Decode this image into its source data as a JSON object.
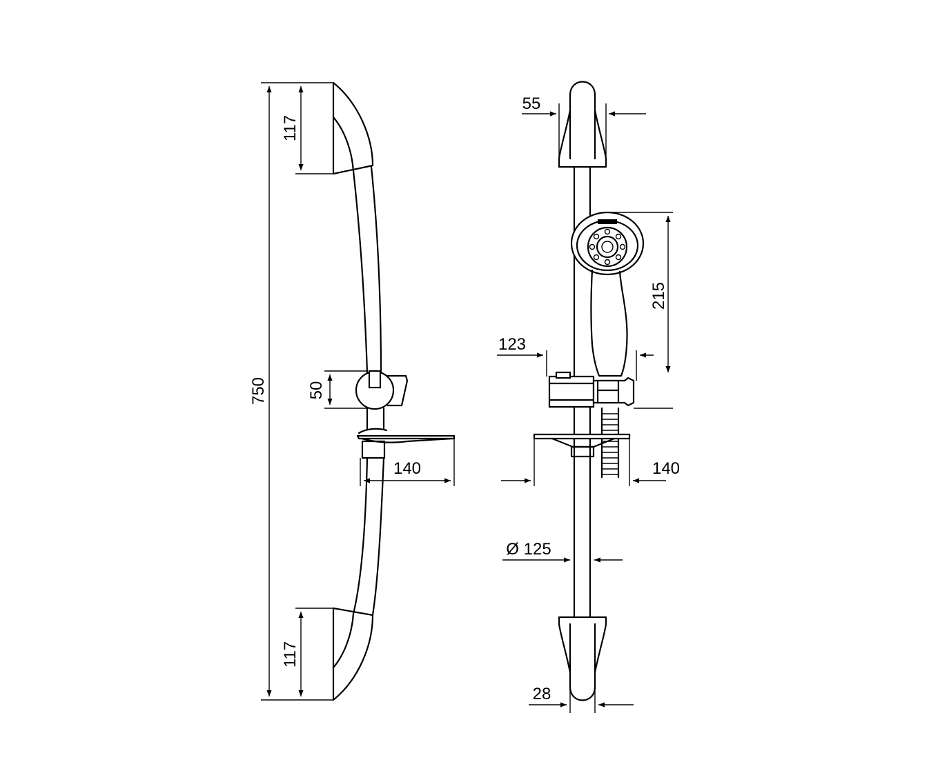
{
  "side_view": {
    "overall_height": "750",
    "top_bracket_height": "117",
    "bottom_bracket_height": "117",
    "slider_height": "50",
    "tray_depth": "140"
  },
  "front_view": {
    "bracket_width": "55",
    "slider_width": "123",
    "handshower_length": "215",
    "tray_width": "140",
    "hose_diameter": "Ø 125",
    "rail_diameter": "28"
  }
}
